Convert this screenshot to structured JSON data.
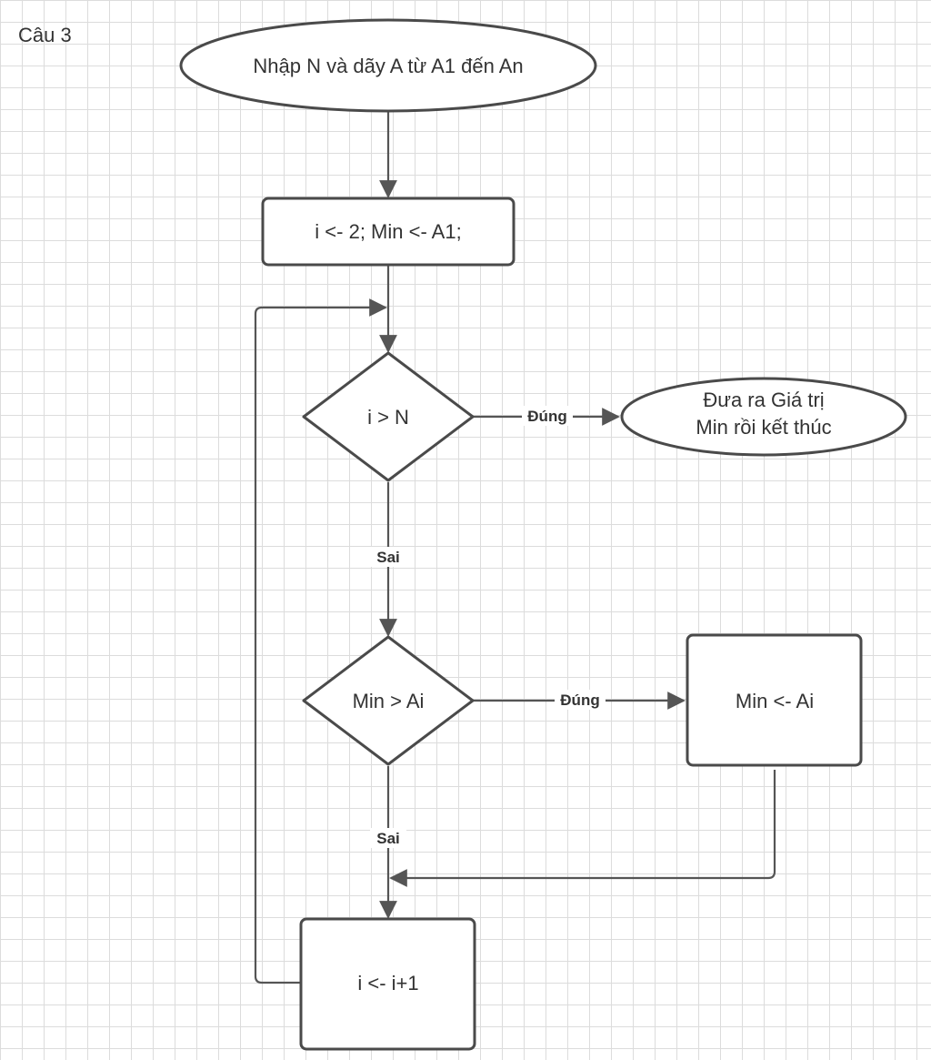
{
  "caption": "Câu 3",
  "nodes": {
    "start": "Nhập N và dãy A từ A1 đến An",
    "init": "i <- 2; Min <- A1;",
    "cond1": "i > N",
    "output_line1": "Đưa ra Giá trị",
    "output_line2": "Min rồi kết thúc",
    "cond2": "Min > Ai",
    "assign": "Min <- Ai",
    "increment": "i <- i+1"
  },
  "edge_labels": {
    "cond1_true": "Đúng",
    "cond1_false": "Sai",
    "cond2_true": "Đúng",
    "cond2_false": "Sai"
  }
}
